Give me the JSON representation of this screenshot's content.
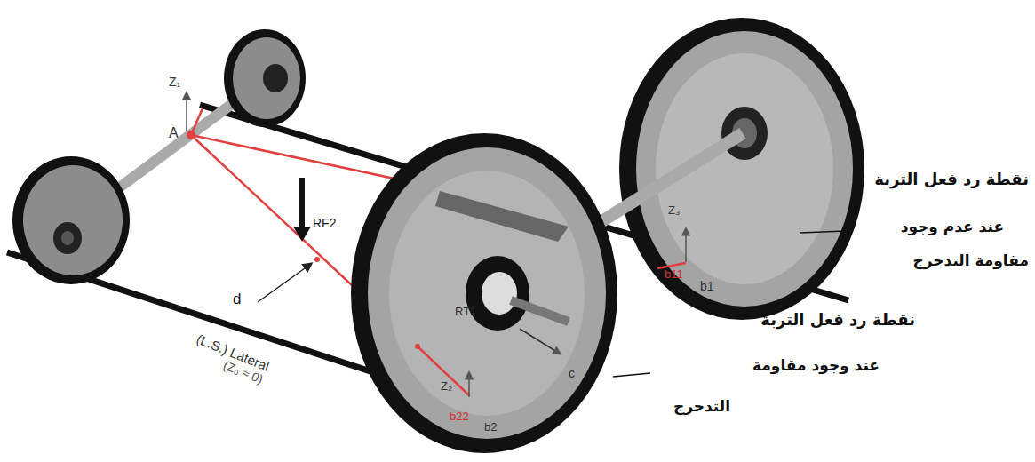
{
  "diagram": {
    "labels": [
      "Z₁",
      "A",
      "RF2",
      "d",
      "(L.S.) Lateral",
      "(Z₀ ≈ 0)",
      "RT1",
      "c",
      "Z₂",
      "b22",
      "b2",
      "Z₃",
      "b11",
      "b1",
      "نقطة رد فعل التربة",
      "عند عدم وجود",
      "مقاومة التدحرج",
      "نقطة رد فعل التربة",
      "عند وجود مقاومة",
      "التدحرج"
    ]
  }
}
